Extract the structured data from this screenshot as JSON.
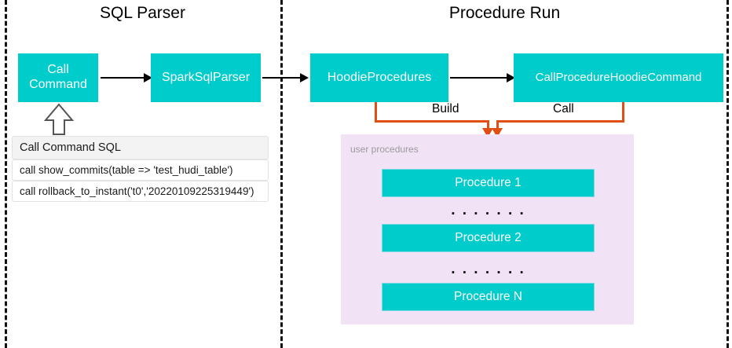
{
  "diagram": {
    "sections": [
      {
        "title": "SQL Parser"
      },
      {
        "title": "Procedure Run"
      }
    ],
    "nodes": {
      "call_command": "Call\nCommand",
      "call_command_line1": "Call",
      "call_command_line2": "Command",
      "spark_sql_parser": "SparkSqlParser",
      "hoodie_procedures": "HoodieProcedures",
      "call_procedure_hoodie_command": "CallProcedureHoodieCommand"
    },
    "sql_table": {
      "header": "Call Command SQL",
      "rows": [
        "call show_commits(table => 'test_hudi_table')",
        "call rollback_to_instant('t0','20220109225319449')"
      ]
    },
    "connectors": {
      "build_label": "Build",
      "call_label": "Call"
    },
    "procedures_panel": {
      "label": "user procedures",
      "items": [
        "Procedure 1",
        "Procedure 2",
        "Procedure N"
      ],
      "separator": ". . . . . . ."
    },
    "colors": {
      "node_fill": "#00CCCC",
      "node_text": "#FFFFFF",
      "panel_fill": "#F1E3F5",
      "connector_orange": "#E04E13",
      "divider": "#111111",
      "panel_label_text": "#9A9A9A"
    }
  }
}
